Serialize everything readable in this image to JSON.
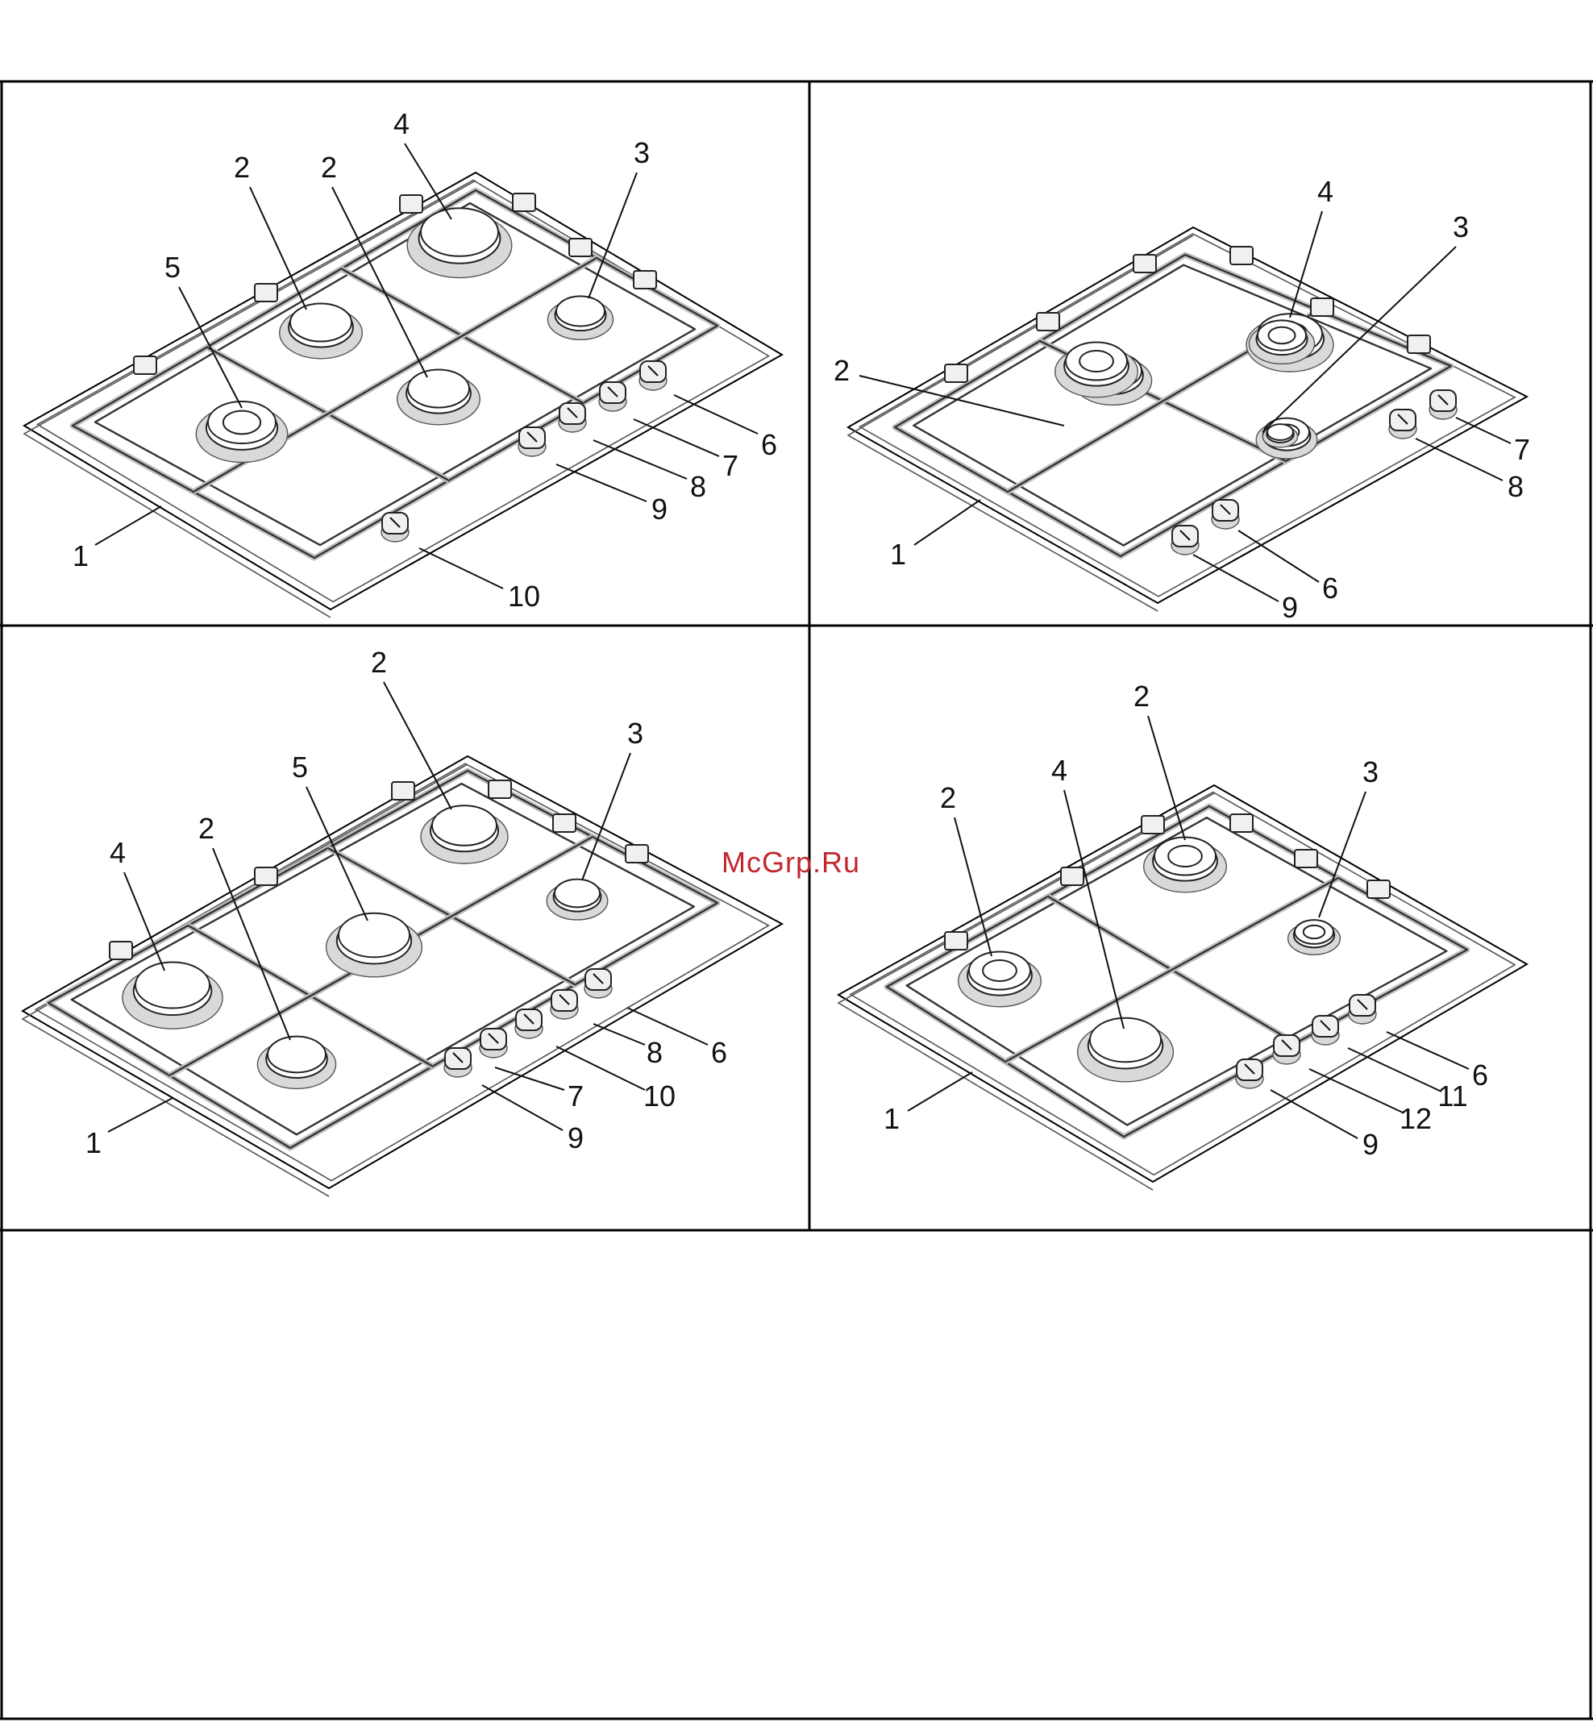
{
  "watermark": "McGrp.Ru",
  "panels": [
    {
      "id": "a",
      "labels": [
        "1",
        "2",
        "2",
        "3",
        "4",
        "5",
        "6",
        "7",
        "8",
        "9",
        "10"
      ]
    },
    {
      "id": "b",
      "labels": [
        "1",
        "2",
        "3",
        "4",
        "6",
        "7",
        "8",
        "9"
      ]
    },
    {
      "id": "c",
      "labels": [
        "1",
        "2",
        "2",
        "3",
        "4",
        "5",
        "6",
        "7",
        "8",
        "9",
        "10"
      ]
    },
    {
      "id": "d",
      "labels": [
        "1",
        "2",
        "2",
        "3",
        "4",
        "6",
        "9",
        "11",
        "12"
      ]
    }
  ],
  "colors": {
    "watermark": "#c1272d",
    "line": "#000000",
    "grate_shade": "#bdbdbd"
  }
}
